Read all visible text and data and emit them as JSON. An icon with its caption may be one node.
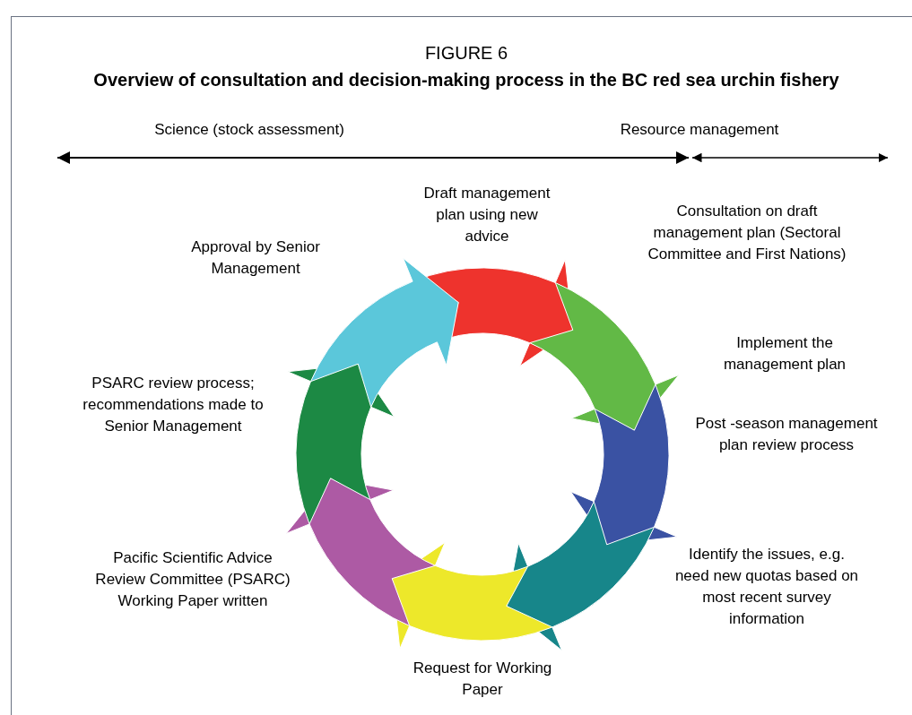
{
  "diagram": {
    "title": "FIGURE 6",
    "caption": "Overview of consultation and decision-making process in the BC red sea urchin fishery",
    "labels": [
      "Science (stock assessment)",
      "Resource management",
      "Draft management plan using new advice",
      "Consultation on draft management plan (Sectoral Committee and First Nations)",
      "Approval by Senior Management",
      "Implement the management plan",
      "PSARC review process; recommendations made to Senior Management",
      "Post -season management plan review process",
      "Identify the issues, e.g. need new quotas based on most recent survey information",
      "Pacific Scientific Advice Review Committee (PSARC) Working Paper written",
      "Request for Working Paper"
    ]
  }
}
